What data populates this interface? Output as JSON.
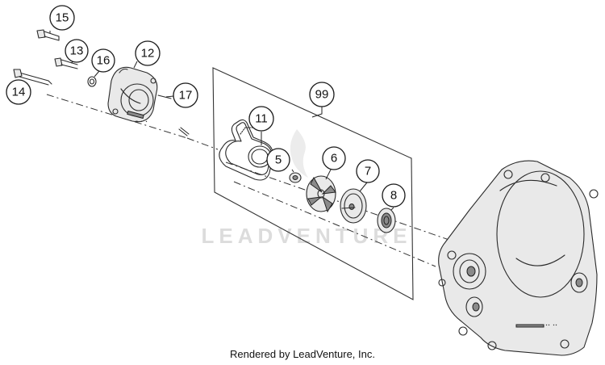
{
  "diagram": {
    "callouts": [
      {
        "id": "callout-15",
        "label": "15"
      },
      {
        "id": "callout-13",
        "label": "13"
      },
      {
        "id": "callout-16",
        "label": "16"
      },
      {
        "id": "callout-12",
        "label": "12"
      },
      {
        "id": "callout-14",
        "label": "14"
      },
      {
        "id": "callout-17",
        "label": "17"
      },
      {
        "id": "callout-99",
        "label": "99"
      },
      {
        "id": "callout-11",
        "label": "11"
      },
      {
        "id": "callout-5",
        "label": "5"
      },
      {
        "id": "callout-6",
        "label": "6"
      },
      {
        "id": "callout-7",
        "label": "7"
      },
      {
        "id": "callout-8",
        "label": "8"
      }
    ],
    "watermark": "LEADVENTURE",
    "footer": "Rendered by LeadVenture, Inc."
  }
}
